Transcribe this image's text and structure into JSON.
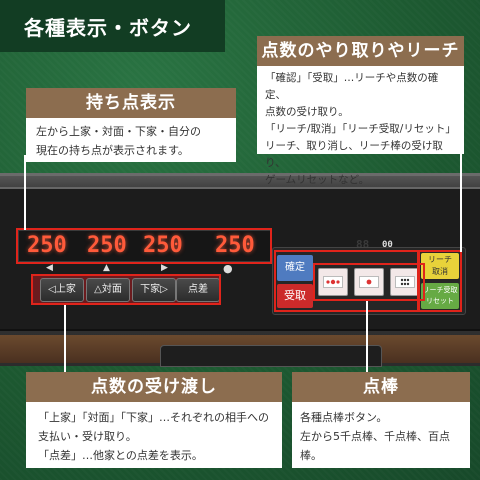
{
  "title": "各種表示・ボタン",
  "score_callout": {
    "heading": "持ち点表示",
    "lines": [
      "左から上家・対面・下家・自分の",
      "現在の持ち点が表示されます。"
    ]
  },
  "exchange_callout": {
    "heading": "点数のやり取りやリーチ",
    "lines": [
      "「確認」「受取」…リーチや点数の確定、",
      "点数の受け取り。",
      "「リーチ/取消」「リーチ受取/リセット」",
      "リーチ、取り消し、リーチ棒の受け取り、",
      "ゲームリセットなど。"
    ]
  },
  "pass_callout": {
    "heading": "点数の受け渡し",
    "lines": [
      "「上家」「対面」「下家」…それぞれの相手への",
      "支払い・受け取り。",
      "「点差」…他家との点差を表示。"
    ]
  },
  "sticks_callout": {
    "heading": "点棒",
    "lines": [
      "各種点棒ボタン。",
      "左から5千点棒、千点棒、百点棒。"
    ]
  },
  "device": {
    "scores": [
      "250",
      "250",
      "250",
      "250"
    ],
    "faint_digits": "88",
    "side_digits": "00",
    "buttons": {
      "kamicha": "◁上家",
      "toimen": "△対面",
      "shimocha": "下家▷",
      "tensa": "点差",
      "kakutei": "確定",
      "juryo": "受取",
      "riichi_top": "リーチ",
      "riichi_bottom": "取消",
      "reset_top": "リーチ受取",
      "reset_bottom": "リセット"
    }
  },
  "colors": {
    "felt": "#1f5f34",
    "heading_bg": "#8c6d4f",
    "highlight": "#e0241b",
    "led": "#ff5a3a"
  }
}
